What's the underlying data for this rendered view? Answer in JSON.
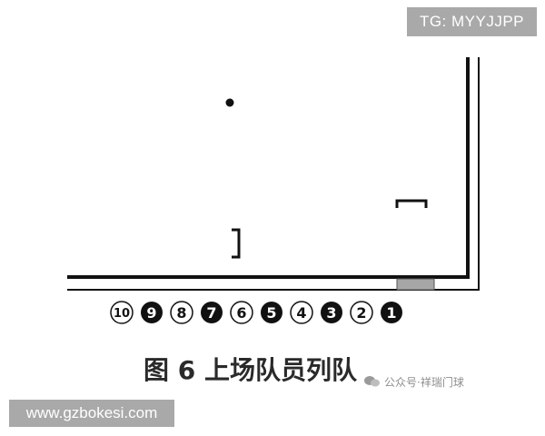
{
  "watermark_top": "TG: MYYJJPP",
  "watermark_bottom": "www.gzbokesi.com",
  "caption": "图 6 上场队员列队",
  "source_mark": "公众号·祥瑞门球",
  "players": [
    {
      "number": "10",
      "filled": false
    },
    {
      "number": "9",
      "filled": true
    },
    {
      "number": "8",
      "filled": false
    },
    {
      "number": "7",
      "filled": true
    },
    {
      "number": "6",
      "filled": false
    },
    {
      "number": "5",
      "filled": true
    },
    {
      "number": "4",
      "filled": false
    },
    {
      "number": "3",
      "filled": true
    },
    {
      "number": "2",
      "filled": false
    },
    {
      "number": "1",
      "filled": true
    }
  ],
  "icons": {
    "ball": "dot-icon",
    "gate_left": "bracket-icon",
    "gate_right": "bracket-icon",
    "social": "wechat-icon"
  },
  "colors": {
    "line": "#111111",
    "filled_player": "#111111",
    "open_player_stroke": "#111111",
    "start_box": "#a6a6a6",
    "watermark_bg": "#a9a9a9"
  }
}
